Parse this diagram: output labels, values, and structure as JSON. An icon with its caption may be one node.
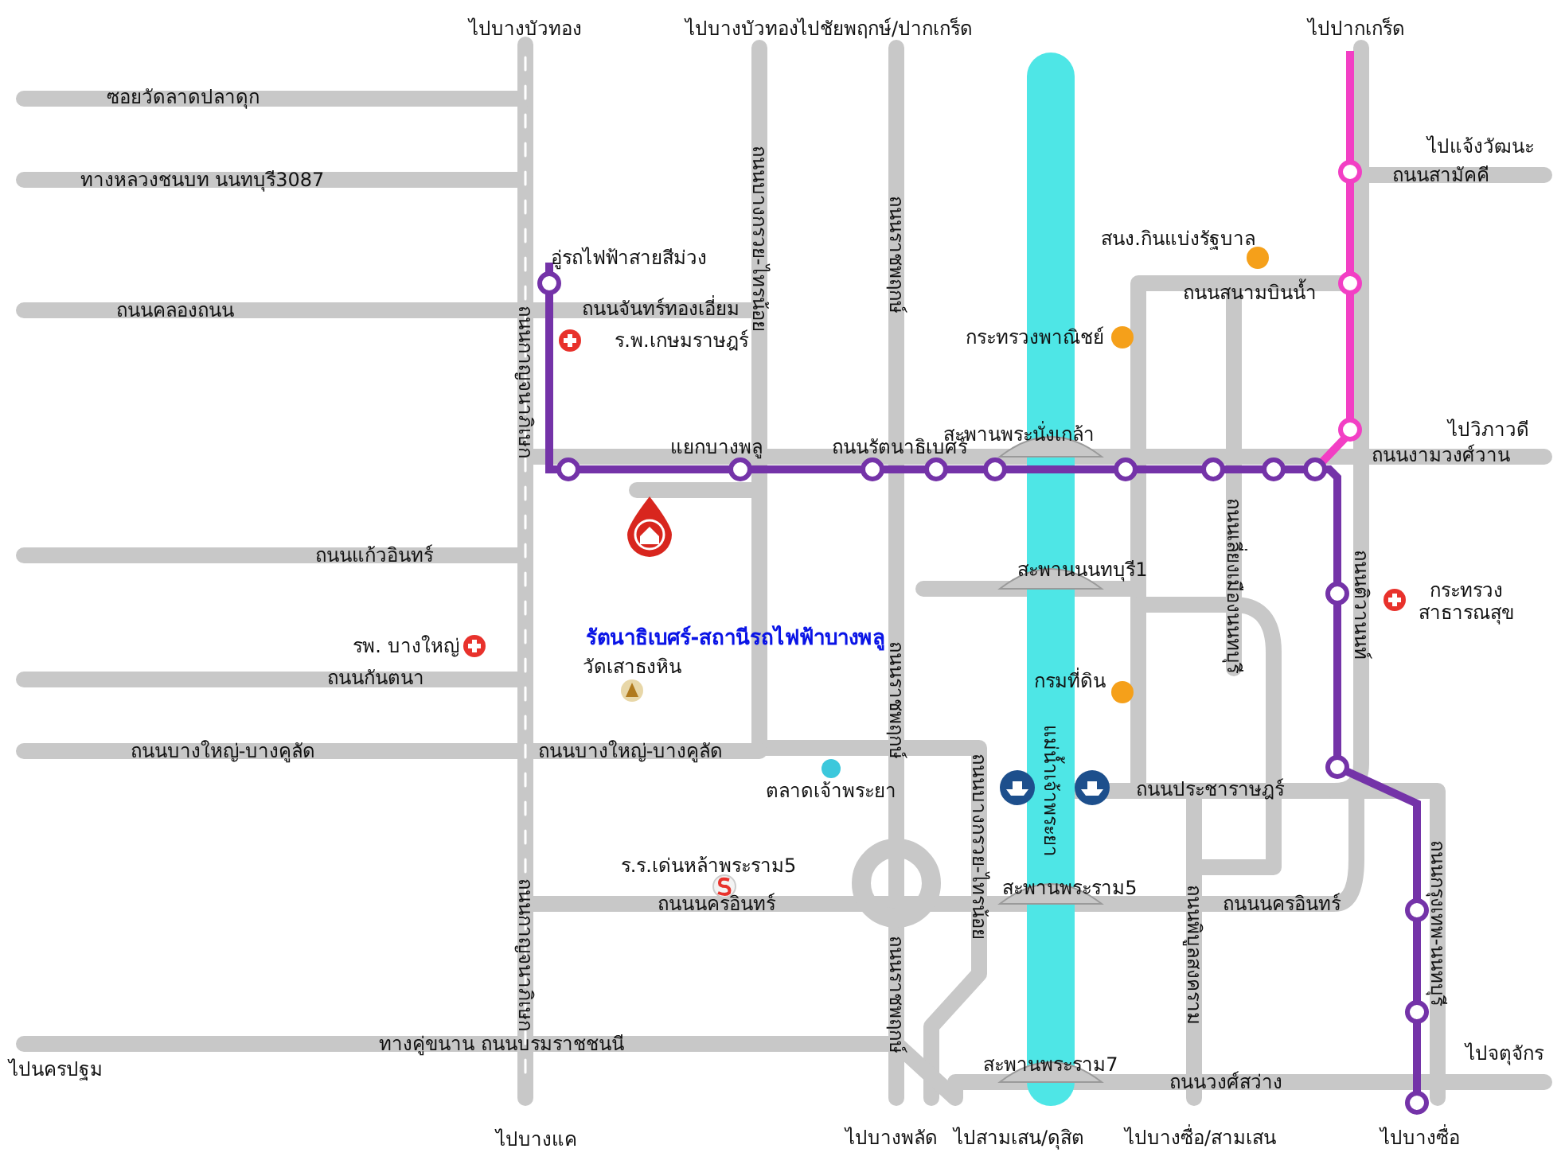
{
  "diagram": {
    "labels": [
      "ไปบางบัวทอง",
      "ไปบางบัวทอง",
      "ไปชัยพฤกษ์/ปากเกร็ด",
      "ไปปากเกร็ด",
      "ซอยวัดลาดปลาดุก",
      "ไปแจ้งวัฒนะ",
      "ทางหลวงชนบท นนทบุรี3087",
      "ถนนสามัคคี",
      "ถนนบางกรวย-ไทรน้อย",
      "ถนนราชพฤกษ์",
      "สนง.กินแบ่งรัฐบาล",
      "อู่รถไฟฟ้าสายสีม่วง",
      "ถนนสนามบินน้ำ",
      "ถนนคลองถนน",
      "ถนนจันทร์ทองเอี่ยม",
      "ร.พ.เกษมราษฎร์",
      "กระทรวงพาณิชย์",
      "ถนนกาญจนาภิเษก",
      "ไปวิภาวดี",
      "แยกบางพลู",
      "ถนนรัตนาธิเบศร์",
      "สะพานพระนั่งเกล้า",
      "ถนนงามวงศ์วาน",
      "ถนนเลี่ยงเมืองนนทบุรี",
      "ถนนแก้วอินทร์",
      "ถนนติวานนท์",
      "สะพานนนทบุรี1",
      "กระทรวง สาธารณสุข",
      "รพ. บางใหญ่",
      "รัตนาธิเบศร์-สถานีรถไฟฟ้าบางพลู",
      "วัดเสาธงหิน",
      "ถนนกันตนา",
      "ถนนราชพฤกษ์",
      "กรมที่ดิน",
      "ถนนบางใหญ่-บางคูลัด",
      "ถนนบางใหญ่-บางคูลัด",
      "แม่น้ำเจ้าพระยา",
      "ตลาดเจ้าพระยา",
      "ถนนประชาราษฎร์",
      "ถนนบางกรวย-ไทรน้อย",
      "ถนนกรุงเทพ-นนทบุรี",
      "ร.ร.เด่นหล้าพระราม5",
      "สะพานพระราม5",
      "ถนนนครอินทร์",
      "ถนนนครอินทร์",
      "ถนนกาญจนาภิเษก",
      "ถนนราชพฤกษ์",
      "ถนนพิบูลสงคราม",
      "ทางคู่ขนาน ถนนบรมราชชนนี",
      "ไปจตุจักร",
      "ไปนครปฐม",
      "สะพานพระราม7",
      "ถนนวงศ์สว่าง",
      "ไปบางแค",
      "ไปบางพลัด",
      "ไปสามเสน/ดุสิต",
      "ไปบางซื่อ/สามเสน",
      "ไปบางซื่อ"
    ]
  }
}
